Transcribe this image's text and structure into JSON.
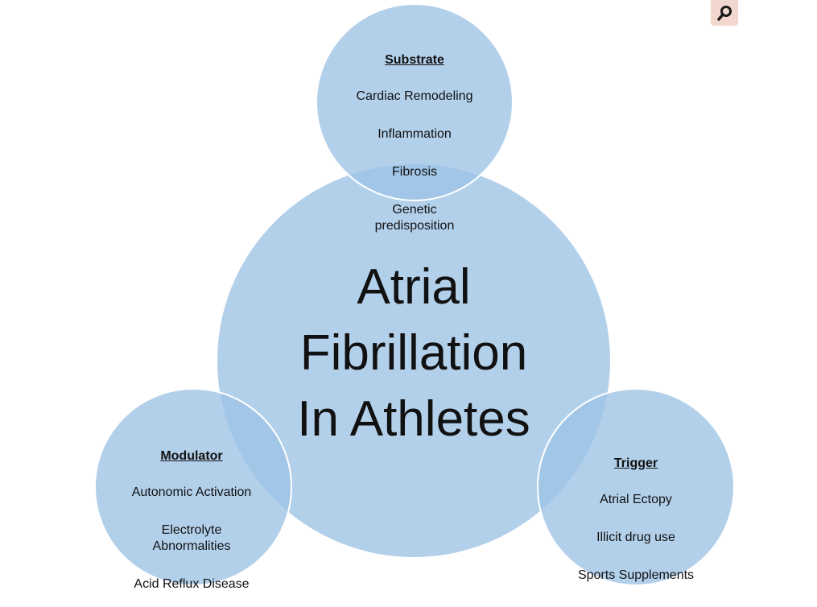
{
  "center": {
    "title": "Atrial\nFibrillation\nIn Athletes"
  },
  "substrate": {
    "heading": "Substrate",
    "items": [
      "Cardiac Remodeling",
      "Inflammation",
      "Fibrosis",
      "Genetic\npredisposition"
    ]
  },
  "modulator": {
    "heading": "Modulator",
    "items": [
      "Autonomic Activation",
      "Electrolyte\nAbnormalities",
      "Acid Reflux Disease"
    ]
  },
  "trigger": {
    "heading": "Trigger",
    "items": [
      "Atrial Ectopy",
      "Illicit drug use",
      "Sports Supplements"
    ]
  },
  "colors": {
    "circle_fill": "#9ec3e6",
    "text": "#111111",
    "corner_button_bg": "#f2d7cf",
    "corner_icon": "#1a1a1a"
  },
  "icons": {
    "corner": "search-icon"
  }
}
